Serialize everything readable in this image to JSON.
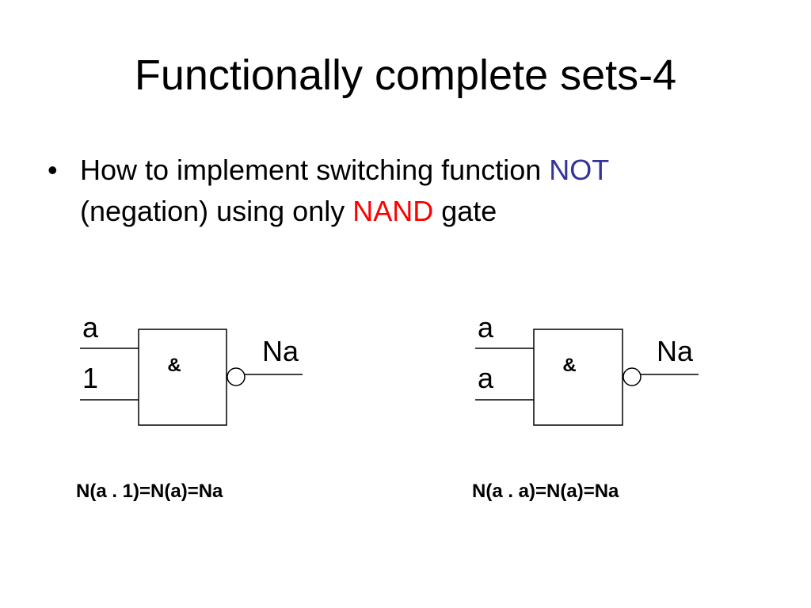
{
  "slide": {
    "title": "Functionally complete sets-4",
    "bullet": {
      "marker": "•",
      "line1_text": "How to implement switching function ",
      "line1_keyword": "NOT",
      "line2_text": "(negation) using only ",
      "line2_keyword": "NAND",
      "line2_tail": " gate"
    },
    "colors": {
      "not_keyword": "#333399",
      "nand_keyword": "#ff0000"
    }
  },
  "diagrams": [
    {
      "input_top_label": "a",
      "input_bottom_label": "1",
      "gate_symbol": "&",
      "output_label": "Na",
      "formula": "N(a . 1)=N(a)=Na"
    },
    {
      "input_top_label": "a",
      "input_bottom_label": "a",
      "gate_symbol": "&",
      "output_label": "Na",
      "formula": "N(a . a)=N(a)=Na"
    }
  ]
}
